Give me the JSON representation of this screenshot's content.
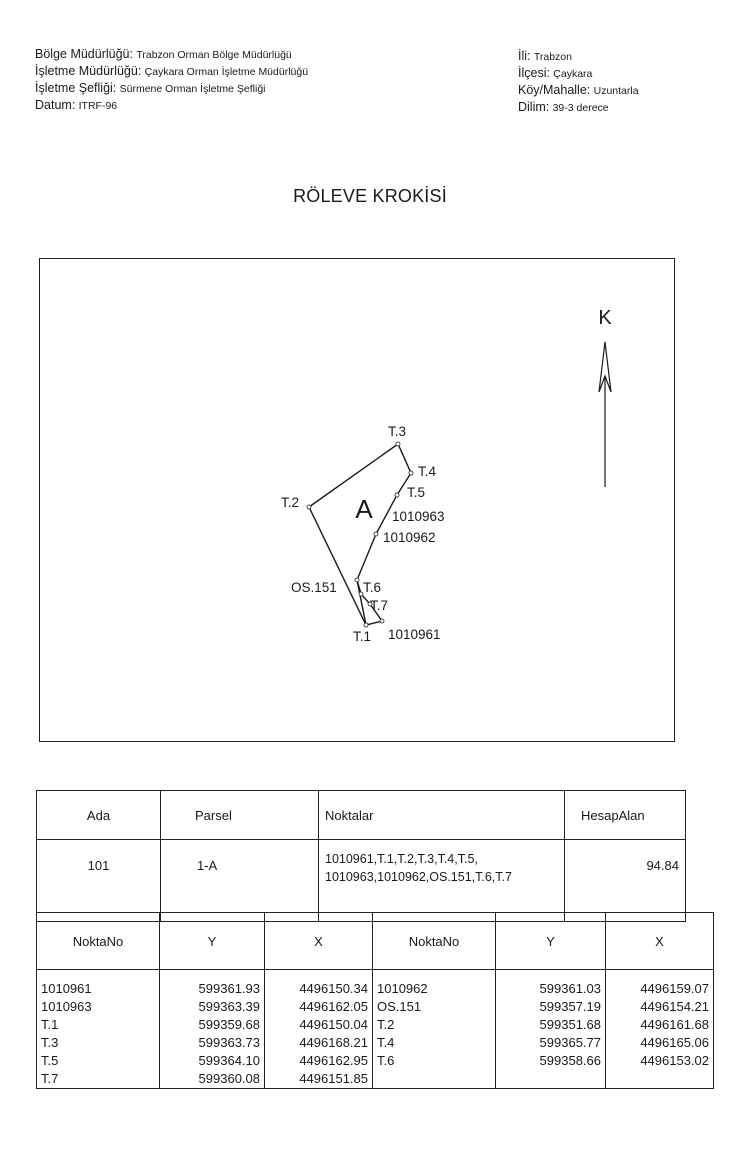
{
  "header_left": [
    {
      "label": "Bölge Müdürlüğü:",
      "value": "Trabzon Orman Bölge Müdürlüğü"
    },
    {
      "label": "İşletme Müdürlüğü:",
      "value": "Çaykara Orman İşletme Müdürlüğü"
    },
    {
      "label": "İşletme Şefliği:",
      "value": "Sürmene Orman İşletme Şefliği"
    },
    {
      "label": "Datum:",
      "value": "ITRF-96"
    }
  ],
  "header_right": [
    {
      "label": "İli:",
      "value": "Trabzon"
    },
    {
      "label": "İlçesi:",
      "value": "Çaykara"
    },
    {
      "label": "Köy/Mahalle:",
      "value": "Uzuntarla"
    },
    {
      "label": "Dilim:",
      "value": "39-3 derece"
    }
  ],
  "title": "RÖLEVE KROKİSİ",
  "sketch": {
    "north_label": "K",
    "parcel_label": "A",
    "point_labels": [
      "T.3",
      "T.4",
      "T.5",
      "T.2",
      "1010963",
      "1010962",
      "OS.151",
      "T.6",
      "T.7",
      "T.1",
      "1010961"
    ]
  },
  "parcel_table": {
    "headers": [
      "Ada",
      "Parsel",
      "Noktalar",
      "HesapAlan"
    ],
    "ada": "101",
    "parsel": "1-A",
    "noktalar_line1": "1010961,T.1,T.2,T.3,T.4,T.5,",
    "noktalar_line2": "1010963,1010962,OS.151,T.6,T.7",
    "hesap_alan": "94.84"
  },
  "coord_table": {
    "headers": [
      "NoktaNo",
      "Y",
      "X",
      "NoktaNo",
      "Y",
      "X"
    ],
    "left": {
      "nokta": [
        "1010961",
        "1010963",
        "T.1",
        "T.3",
        "T.5",
        "T.7"
      ],
      "y": [
        "599361.93",
        "599363.39",
        "599359.68",
        "599363.73",
        "599364.10",
        "599360.08"
      ],
      "x": [
        "4496150.34",
        "4496162.05",
        "4496150.04",
        "4496168.21",
        "4496162.95",
        "4496151.85"
      ]
    },
    "right": {
      "nokta": [
        "1010962",
        "OS.151",
        "T.2",
        "T.4",
        "T.6"
      ],
      "y": [
        "599361.03",
        "599357.19",
        "599351.68",
        "599365.77",
        "599358.66"
      ],
      "x": [
        "4496159.07",
        "4496154.21",
        "4496161.68",
        "4496165.06",
        "4496153.02"
      ]
    }
  }
}
